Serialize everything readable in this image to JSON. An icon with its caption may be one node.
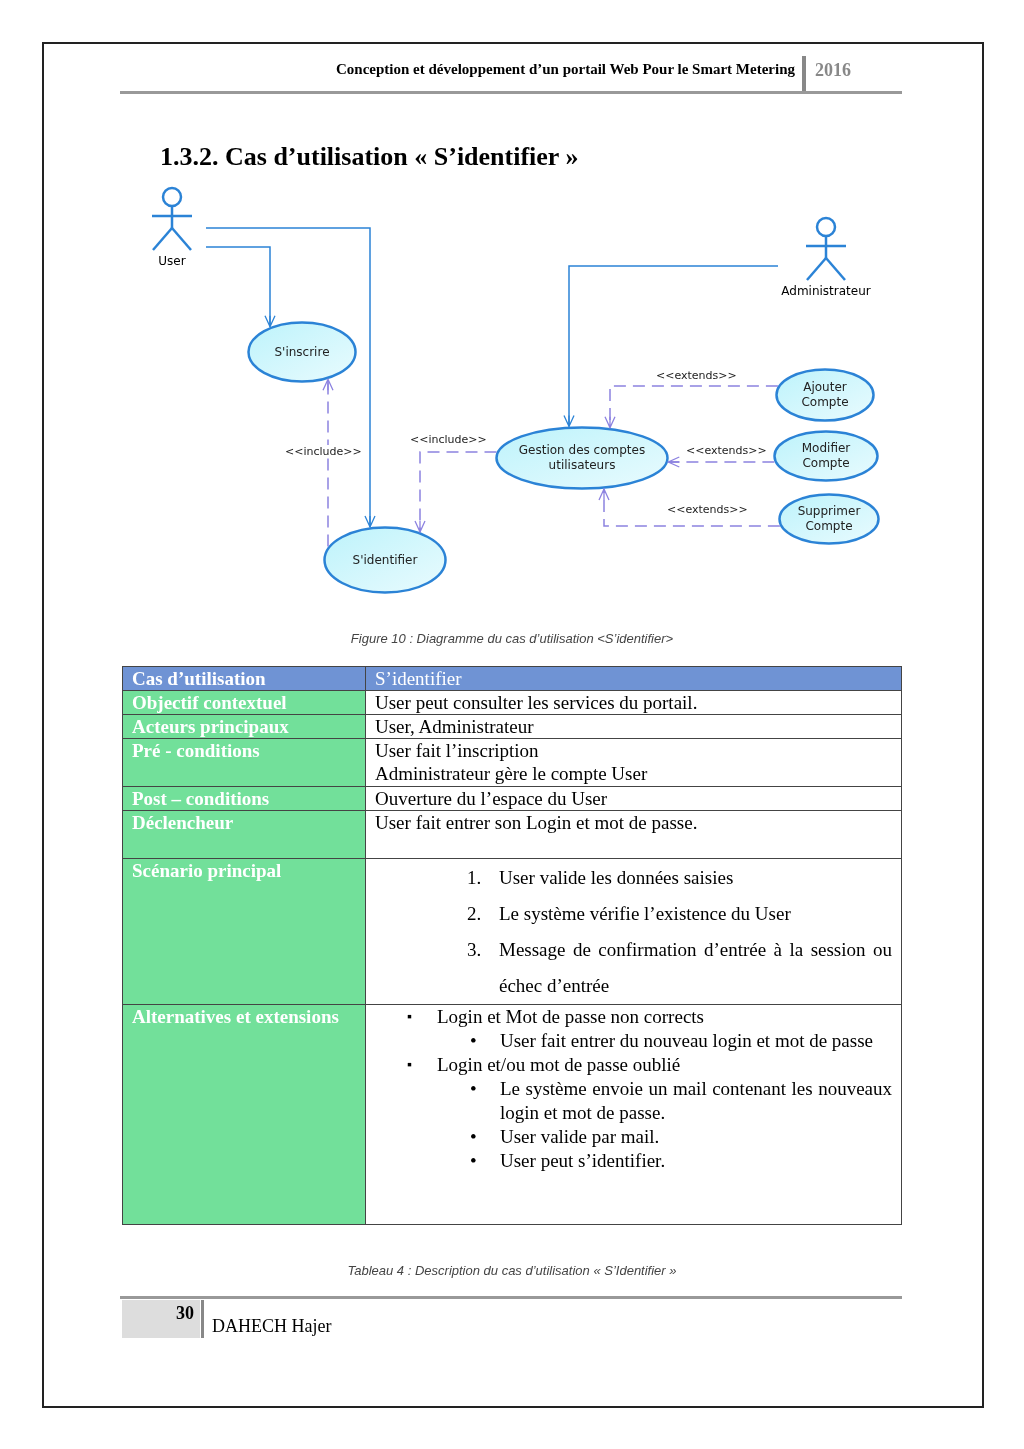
{
  "diagram": {
    "title": "1.3.2. Cas d’utilisation « S’identifier »",
    "caption": "Figure 10 : Diagramme du cas d’utilisation <S’identifier>",
    "nodes": [
      {
        "text": [
          "User"
        ]
      },
      {
        "text": [
          "Administrateur"
        ]
      },
      {
        "text": [
          "S'inscrire"
        ]
      },
      {
        "text": [
          "Gestion des comptes utilisateurs"
        ]
      },
      {
        "text": [
          "Ajouter Compte"
        ]
      },
      {
        "text": [
          "Modifier Compte"
        ]
      },
      {
        "text": [
          "S'identifier"
        ]
      },
      {
        "text": [
          "Supprimer Compte"
        ]
      }
    ],
    "edges": [
      {
        "from": 0,
        "to": 2,
        "arrow": "to",
        "color": "#2b83d6"
      },
      {
        "from": 0,
        "to": 6,
        "arrow": "to",
        "color": "#2b83d6"
      },
      {
        "from": 1,
        "to": 3,
        "arrow": "to",
        "color": "#2b83d6"
      },
      {
        "from": 6,
        "to": 2,
        "arrow": "to",
        "label": "<<include>>",
        "style": "dashed"
      },
      {
        "from": 3,
        "to": 6,
        "arrow": "to",
        "label": "<<include>>",
        "style": "dashed"
      },
      {
        "from": 4,
        "to": 3,
        "arrow": "to",
        "label": "<<extends>>",
        "style": "dashed"
      },
      {
        "from": 5,
        "to": 3,
        "arrow": "to",
        "label": "<<extends>>",
        "style": "dashed"
      },
      {
        "from": 7,
        "to": 3,
        "arrow": "to",
        "label": "<<extends>>",
        "style": "dashed"
      }
    ],
    "labels": [
      "Conception et développement d’un portail Web Pour le Smart Metering",
      "2016",
      "Cas d’utilisation",
      "S’identifier",
      "Objectif contextuel",
      "User peut consulter les services du portail.",
      "Acteurs principaux",
      "User, Administrateur",
      "Pré - conditions",
      "User fait l’inscription",
      "Administrateur gère le compte User",
      "Post – conditions",
      "Ouverture du l’espace du User",
      "Déclencheur",
      "User fait entrer son Login et mot de passe.",
      "Scénario principal",
      "1.",
      "User valide les données saisies",
      "2.",
      "Le système vérifie l’existence du User",
      "3.",
      "Message de confirmation d’entrée à la session ou échec d’entrée",
      "Alternatives et extensions",
      "▪",
      "Login et Mot de passe non corrects",
      "•",
      "User fait entrer du nouveau login et mot de passe",
      "▪",
      "Login et/ou mot de passe oublié",
      "•",
      "Le système envoie un mail contenant les nouveaux login et mot de passe.",
      "•",
      "User valide par mail.",
      "•",
      "User peut s’identifier.",
      "Tableau 4 : Description du cas d’utilisation « S’Identifier »",
      "30",
      "DAHECH Hajer"
    ]
  }
}
